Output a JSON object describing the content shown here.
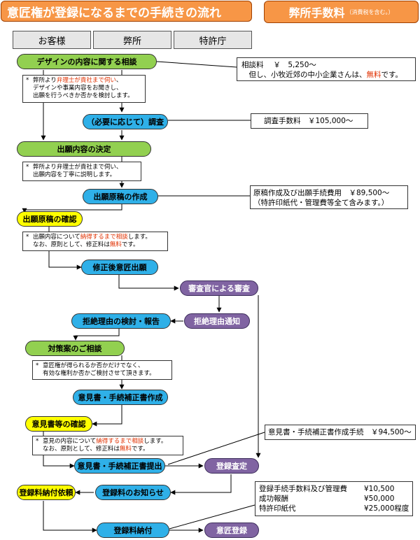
{
  "header": {
    "title": "意匠権が登録になるまでの手続きの流れ",
    "fee_title": "弊所手数料",
    "fee_note": "（消費税を含む。）"
  },
  "columns": [
    "お客様",
    "弊所",
    "特許庁"
  ],
  "steps": {
    "consult_design": "デザインの内容に関する相談",
    "search": "（必要に応じて）調査",
    "decide": "出願内容の決定",
    "draft": "出願原稿の作成",
    "confirm_draft": "出願原稿の確認",
    "file": "修正後意匠出願",
    "examination": "審査官による審査",
    "reject_notice": "拒絶理由通知",
    "reject_review": "拒絶理由の検討・報告",
    "countermeasure": "対策案のご相談",
    "opinion_create": "意見書・手続補正書作成",
    "opinion_confirm": "意見書等の確認",
    "opinion_submit": "意見書・手続補正書提出",
    "decision": "登録査定",
    "fee_notice": "登録料のお知らせ",
    "fee_request": "登録料納付依頼",
    "fee_payment": "登録料納付",
    "registration": "意匠登録"
  },
  "notes": {
    "n1": {
      "star": "*",
      "l1a": "弊所より",
      "l1red": "弁理士が貴社まで伺い",
      "l1b": "、",
      "l2": "デザインや事業内容をお聞きし、",
      "l3": "出願を行うべきか否かを検討します。"
    },
    "n2": {
      "star": "*",
      "l1": "弊所より弁理士が貴社まで伺い、",
      "l2": "出願内容を丁寧に説明します。"
    },
    "n3": {
      "star": "*",
      "l1a": "出願内容について",
      "l1red": "納得するまで相談",
      "l1b": "します。",
      "l2a": "なお、原則として、修正料は",
      "l2red": "無料",
      "l2b": "です。"
    },
    "n4": {
      "star": "*",
      "l1": "意匠権が得られるか否かだけでなく、",
      "l2": "有効な権利か否かご検討させて頂きます。"
    },
    "n5": {
      "star": "*",
      "l1a": "意見の内容について",
      "l1red": "納得するまで相談",
      "l1b": "します。",
      "l2a": "なお、原則として、修正料は",
      "l2red": "無料",
      "l2b": "です。"
    }
  },
  "fees": {
    "consult": {
      "l1": "相談料　 ￥　5,250～",
      "l2a": "　但し、小牧近郊の中小企業さんは、",
      "l2red": "無料",
      "l2b": "です。"
    },
    "search": "調査手数料　￥105,000～",
    "draft": {
      "l1": "原稿作成及び出願手続費用　￥89,500～",
      "l2": "（特許印紙代・管理費等全て含みます。）"
    },
    "opinion": "意見書・手続補正書作成手続　￥94,500～",
    "registration": [
      {
        "label": "登録手続手数料及び管理費",
        "value": "¥10,500"
      },
      {
        "label": "成功報酬",
        "value": "¥50,000"
      },
      {
        "label": "特許印紙代",
        "value": "¥25,000程度"
      }
    ]
  },
  "colors": {
    "header": "#f79646",
    "green": "#92d050",
    "blue": "#2fb0e8",
    "yellow": "#ffff00",
    "purple": "#8064a2",
    "accent_red": "#e03000"
  }
}
